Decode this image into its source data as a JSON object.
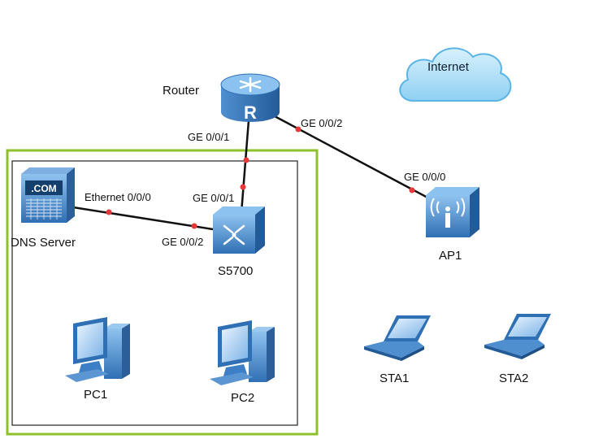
{
  "devices": {
    "router": "Router",
    "internet": "Internet",
    "dns_server": "DNS Server",
    "switch": "S5700",
    "ap": "AP1",
    "pc1": "PC1",
    "pc2": "PC2",
    "sta1": "STA1",
    "sta2": "STA2",
    "dns_badge": ".COM"
  },
  "ports": {
    "router_ge001": "GE 0/0/1",
    "router_ge002": "GE 0/0/2",
    "dns_eth000": "Ethernet 0/0/0",
    "switch_ge001": "GE 0/0/1",
    "switch_ge002": "GE 0/0/2",
    "ap_ge000": "GE 0/0/0"
  },
  "colors": {
    "highlight_border": "#8dc02a",
    "link": "#111111",
    "port_dot": "#e5393a",
    "device_blue": "#3d7fc6",
    "cloud_blue": "#a9dcf7"
  }
}
